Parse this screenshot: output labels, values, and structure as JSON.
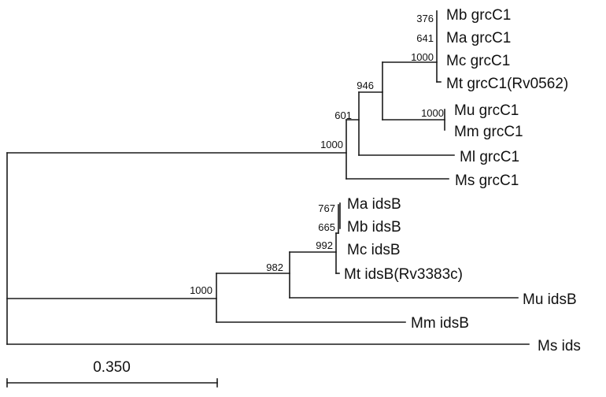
{
  "tree": {
    "leaves": [
      {
        "id": "mb_grcc1",
        "label": "Mb grcC1"
      },
      {
        "id": "ma_grcc1",
        "label": "Ma grcC1"
      },
      {
        "id": "mc_grcc1",
        "label": "Mc grcC1"
      },
      {
        "id": "mt_grcc1",
        "label": "Mt grcC1(Rv0562)"
      },
      {
        "id": "mu_grcc1",
        "label": "Mu grcC1"
      },
      {
        "id": "mm_grcc1",
        "label": "Mm grcC1"
      },
      {
        "id": "ml_grcc1",
        "label": "Ml grcC1"
      },
      {
        "id": "ms_grcc1",
        "label": "Ms grcC1"
      },
      {
        "id": "ma_idsb",
        "label": "Ma idsB"
      },
      {
        "id": "mb_idsb",
        "label": "Mb idsB"
      },
      {
        "id": "mc_idsb",
        "label": "Mc idsB"
      },
      {
        "id": "mt_idsb",
        "label": "Mt idsB(Rv3383c)"
      },
      {
        "id": "mu_idsb",
        "label": "Mu idsB"
      },
      {
        "id": "mm_idsb",
        "label": "Mm idsB"
      },
      {
        "id": "ms_ids",
        "label": "Ms ids"
      }
    ],
    "bootstrap": [
      {
        "id": "b1",
        "value": "376"
      },
      {
        "id": "b2",
        "value": "641"
      },
      {
        "id": "b3",
        "value": "1000"
      },
      {
        "id": "b4",
        "value": "946"
      },
      {
        "id": "b5",
        "value": "1000"
      },
      {
        "id": "b6",
        "value": "601"
      },
      {
        "id": "b7",
        "value": "1000"
      },
      {
        "id": "b8",
        "value": "767"
      },
      {
        "id": "b9",
        "value": "665"
      },
      {
        "id": "b10",
        "value": "992"
      },
      {
        "id": "b11",
        "value": "982"
      },
      {
        "id": "b12",
        "value": "1000"
      }
    ],
    "scale_bar": {
      "label": "0.350"
    }
  }
}
